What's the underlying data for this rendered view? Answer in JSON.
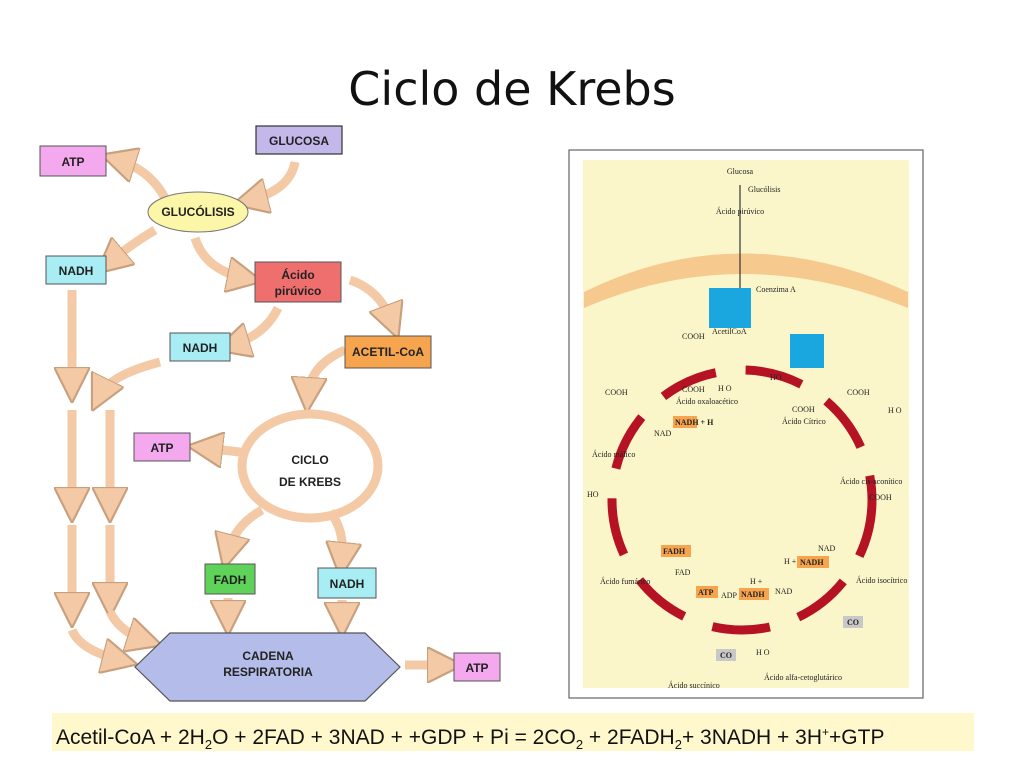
{
  "title": "Ciclo de Krebs",
  "left_diagram": {
    "glucosa": "GLUCOSA",
    "glucolisis": "GLUCÓLISIS",
    "atp_top": "ATP",
    "nadh_left": "NADH",
    "acido_line1": "Ácido",
    "acido_line2": "pirúvico",
    "nadh_mid": "NADH",
    "acetil": "ACETIL-CoA",
    "atp_mid": "ATP",
    "ciclo_line1": "CICLO",
    "ciclo_line2": "DE KREBS",
    "fadh": "FADH",
    "nadh_bottom": "NADH",
    "cadena_line1": "CADENA",
    "cadena_line2": "RESPIRATORIA",
    "atp_bottom": "ATP"
  },
  "right_diagram": {
    "glucosa": "Glucosa",
    "glucolisis": "Glucólisis",
    "piruvico": "Ácido pirúvico",
    "coenzima": "Coenzima A",
    "acetilcoa": "AcetilCoA",
    "oxaloacetico": "Ácido oxaloacético",
    "citrico": "Ácido Cítrico",
    "cisaconitico": "Ácido cis-aconítico",
    "isocitrico": "Ácido isocítrico",
    "cetoglutarico": "Ácido alfa-cetoglutárico",
    "succinico": "Ácido succínico",
    "fumarico": "Ácido fumárico",
    "malico": "Ácido málico",
    "nadh_h": "NADH + H",
    "nadh": "NADH",
    "h_plus": "H +",
    "nad": "NAD",
    "fadh": "FADH",
    "fad": "FAD",
    "atp": "ATP",
    "adp": "ADP",
    "co": "CO",
    "cooh": "COOH",
    "ho": "HO",
    "h2o": "H O"
  },
  "equation": {
    "p1": "Acetil-CoA + 2H",
    "s1": "2",
    "p2": "O + 2FAD + 3NAD + +GDP + Pi = 2CO",
    "s2": "2",
    "p3": " + 2FADH",
    "s3": "2",
    "p4": "+ 3NADH + 3H",
    "sup": "+",
    "p5": "+GTP"
  },
  "colors": {
    "box_purple": "#c4b8ea",
    "box_pink": "#f4a8ee",
    "box_cyan": "#a8ecf4",
    "box_red": "#ef6f6f",
    "box_orange": "#f7a44e",
    "box_green": "#5fd25a",
    "arrow": "#f3c9a6",
    "ellipse": "#fbf6a8",
    "hexagon": "#b4bde9",
    "cycle_red": "#b51224",
    "right_bg": "#fbf6c9"
  }
}
